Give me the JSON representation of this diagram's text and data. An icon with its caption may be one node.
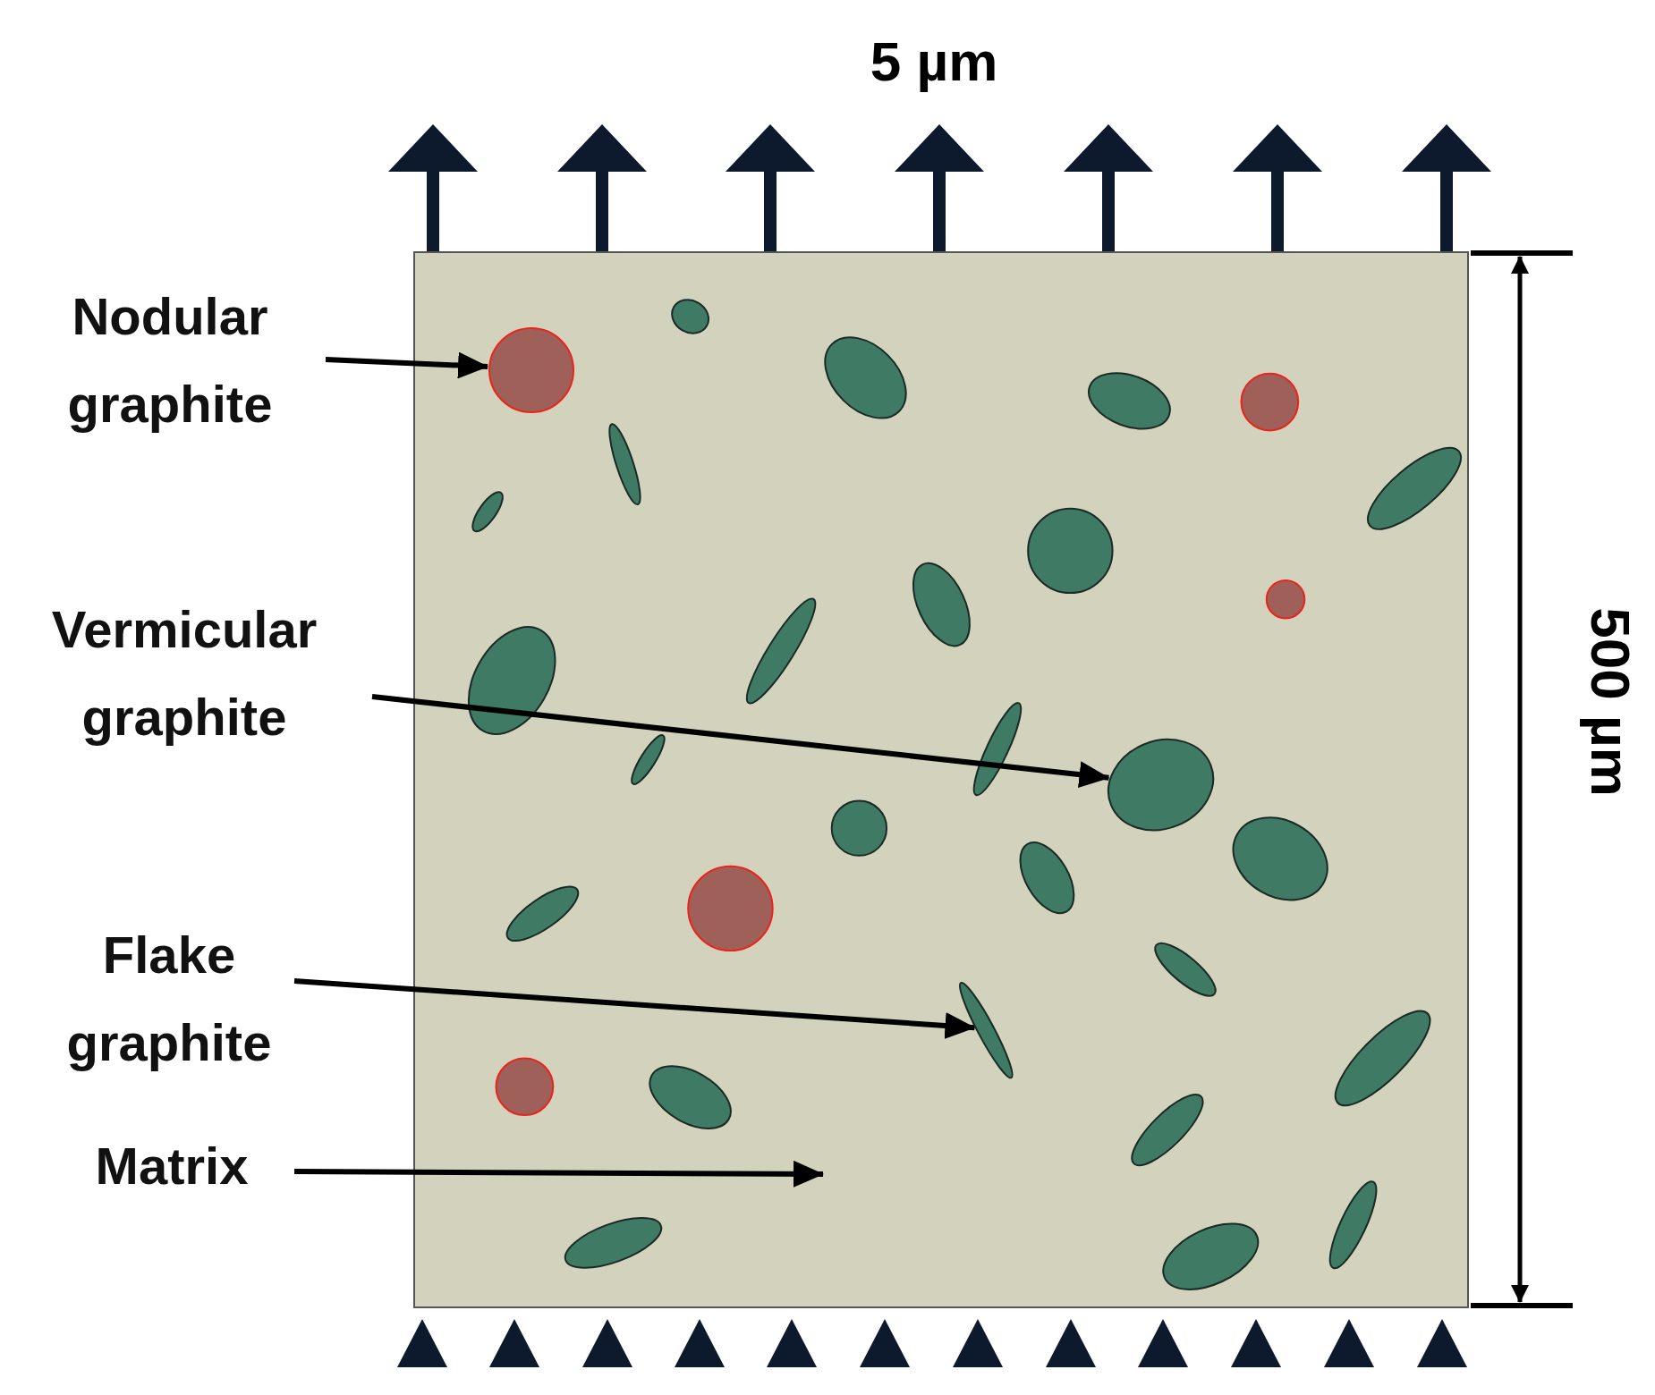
{
  "diagram": {
    "nodes": [
      {
        "text": [],
        "shape": "box"
      },
      {
        "text": [
          "Nodular graphite"
        ]
      },
      {
        "text": [],
        "shape": "circle",
        "in": 0
      },
      {
        "text": [
          "Vermicular graphite"
        ]
      },
      {
        "text": [],
        "shape": "ellipse",
        "in": 0
      },
      {
        "text": [
          "Flake graphite"
        ]
      },
      {
        "text": [],
        "shape": "ellipse",
        "in": 0
      },
      {
        "text": [
          "Matrix"
        ]
      }
    ],
    "edges": [
      {
        "from": 1,
        "to": 2,
        "arrow": "to"
      },
      {
        "from": 3,
        "to": 4,
        "arrow": "to"
      },
      {
        "from": 5,
        "to": 6,
        "arrow": "to"
      },
      {
        "from": 7,
        "to": 0,
        "arrow": "to"
      }
    ],
    "labels": [
      "5 µm",
      "500 µm"
    ]
  }
}
